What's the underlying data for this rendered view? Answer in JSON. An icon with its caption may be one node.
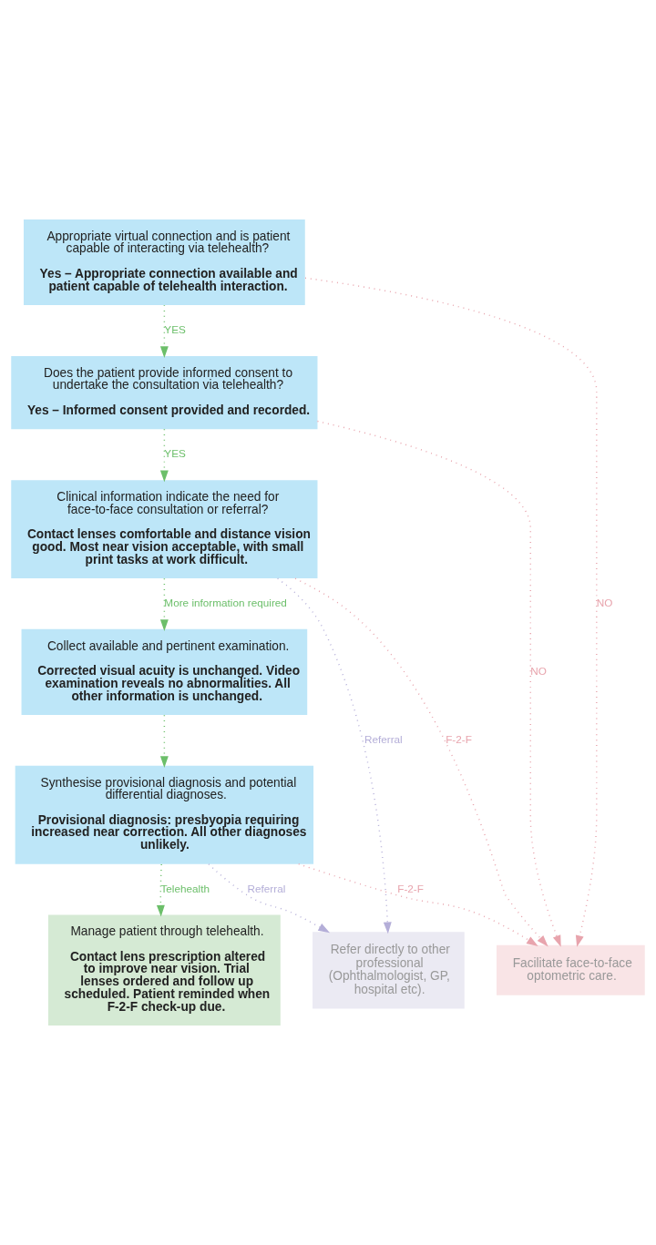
{
  "diagram": {
    "nodes": [
      {
        "text": [
          "Appropriate virtual connection and is patient capable of interacting via telehealth?",
          "Yes – Appropriate connection available and patient capable of telehealth interaction."
        ]
      },
      {
        "text": [
          "Does the patient provide informed consent to undertake the consultation via telehealth?",
          "Yes – Informed consent provided and recorded."
        ]
      },
      {
        "text": [
          "Clinical information indicate the need for face-to-face consultation or referral?",
          "Contact lenses comfortable and distance vision good. Most near vision acceptable, with small print tasks at work difficult."
        ]
      },
      {
        "text": [
          "Collect available and pertinent examination.",
          "Corrected visual acuity is unchanged. Video examination reveals no abnormalities. All other information is unchanged."
        ]
      },
      {
        "text": [
          "Synthesise provisional diagnosis and potential differential diagnoses.",
          "Provisional diagnosis: presbyopia requiring increased near correction. All other diagnoses unlikely."
        ]
      },
      {
        "text": [
          "Refer directly to other professional (Ophthalmologist, GP, hospital etc)."
        ]
      },
      {
        "text": [
          "Manage patient through telehealth.",
          "Contact lens prescription altered to improve near vision. Trial lenses ordered and follow up scheduled. Patient reminded when F-2-F check-up due."
        ]
      },
      {
        "text": [
          "Facilitate face-to-face optometric care."
        ]
      }
    ],
    "edges": [
      {
        "from": 0,
        "to": 1,
        "arrow": "to",
        "label": "YES"
      },
      {
        "from": 1,
        "to": 2,
        "arrow": "to",
        "label": "YES"
      },
      {
        "from": 2,
        "to": 3,
        "arrow": "to",
        "label": "More information required"
      },
      {
        "from": 3,
        "to": 4,
        "arrow": "to"
      },
      {
        "from": 4,
        "to": 6,
        "arrow": "to",
        "label": "Telehealth"
      },
      {
        "from": 0,
        "to": 7,
        "arrow": "to",
        "label": "NO",
        "color": "#e8a4ad"
      },
      {
        "from": 1,
        "to": 7,
        "arrow": "to",
        "label": "NO",
        "color": "#e8a4ad"
      },
      {
        "from": 2,
        "to": 7,
        "arrow": "to",
        "label": "F-2-F",
        "color": "#e8a4ad"
      },
      {
        "from": 4,
        "to": 7,
        "arrow": "to",
        "label": "F-2-F",
        "color": "#e8a4ad"
      },
      {
        "from": 2,
        "to": 5,
        "arrow": "to",
        "label": "Referral",
        "color": "#b4aed8"
      },
      {
        "from": 4,
        "to": 5,
        "arrow": "to",
        "label": "Referral",
        "color": "#b4aed8"
      }
    ]
  }
}
